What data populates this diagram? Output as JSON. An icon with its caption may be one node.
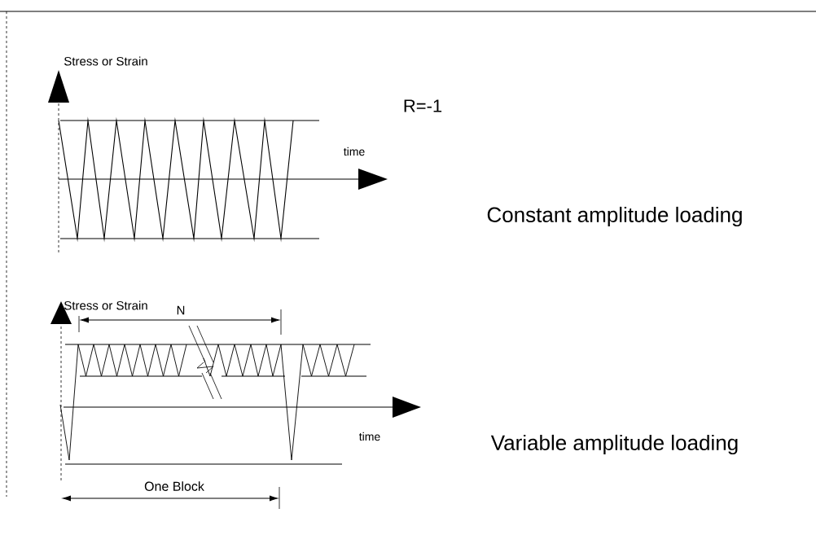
{
  "diagram": {
    "labels": [
      "Stress or Strain",
      "R=-1",
      "time",
      "Constant amplitude loading",
      "Stress or Strain",
      "N",
      "time",
      "Variable amplitude loading",
      "One Block"
    ]
  }
}
